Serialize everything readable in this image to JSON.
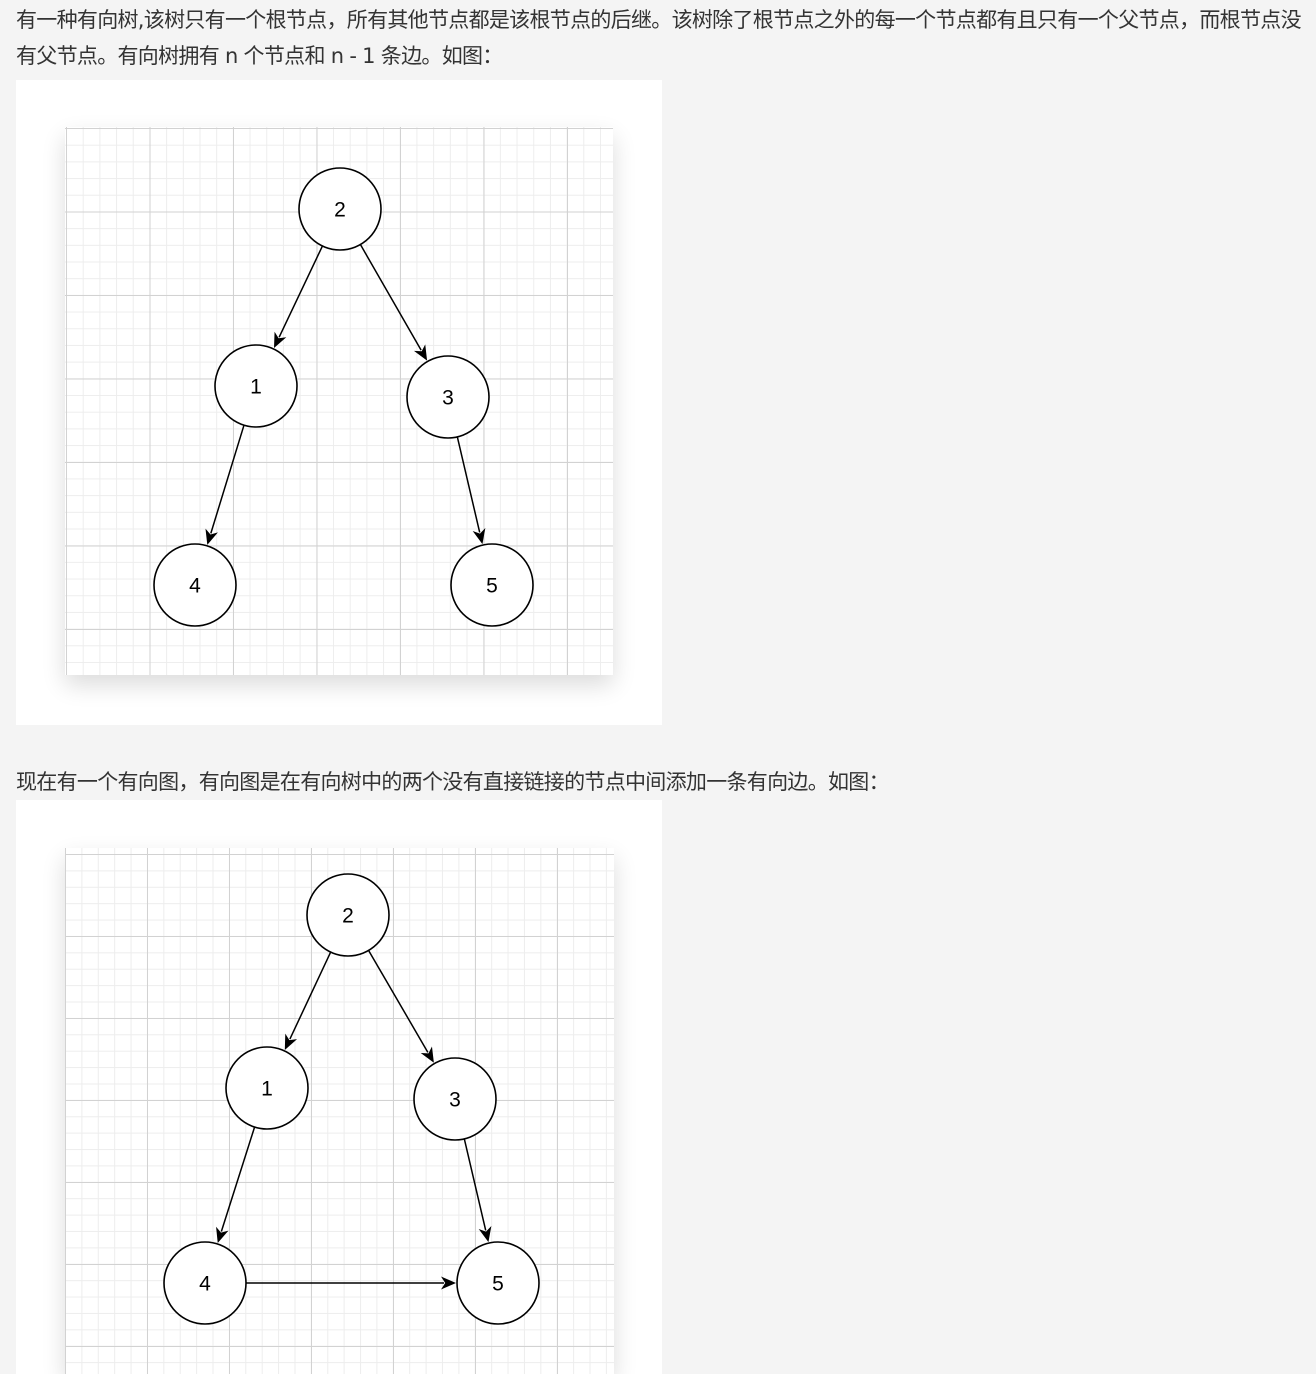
{
  "paragraphs": {
    "intro": "有一种有向树,该树只有一个根节点，所有其他节点都是该根节点的后继。该树除了根节点之外的每一个节点都有且只有一个父节点，而根节点没有父节点。有向树拥有 n 个节点和 n - 1 条边。如图：",
    "graph_intro": "现在有一个有向图，有向图是在有向树中的两个没有直接链接的节点中间添加一条有向边。如图："
  },
  "figure_tree": {
    "nodes": [
      {
        "id": "2",
        "label": "2"
      },
      {
        "id": "1",
        "label": "1"
      },
      {
        "id": "3",
        "label": "3"
      },
      {
        "id": "4",
        "label": "4"
      },
      {
        "id": "5",
        "label": "5"
      }
    ],
    "edges": [
      {
        "from": "2",
        "to": "1"
      },
      {
        "from": "2",
        "to": "3"
      },
      {
        "from": "1",
        "to": "4"
      },
      {
        "from": "3",
        "to": "5"
      }
    ]
  },
  "figure_graph": {
    "nodes": [
      {
        "id": "2",
        "label": "2"
      },
      {
        "id": "1",
        "label": "1"
      },
      {
        "id": "3",
        "label": "3"
      },
      {
        "id": "4",
        "label": "4"
      },
      {
        "id": "5",
        "label": "5"
      }
    ],
    "edges": [
      {
        "from": "2",
        "to": "1"
      },
      {
        "from": "2",
        "to": "3"
      },
      {
        "from": "1",
        "to": "4"
      },
      {
        "from": "3",
        "to": "5"
      },
      {
        "from": "4",
        "to": "5"
      }
    ]
  }
}
